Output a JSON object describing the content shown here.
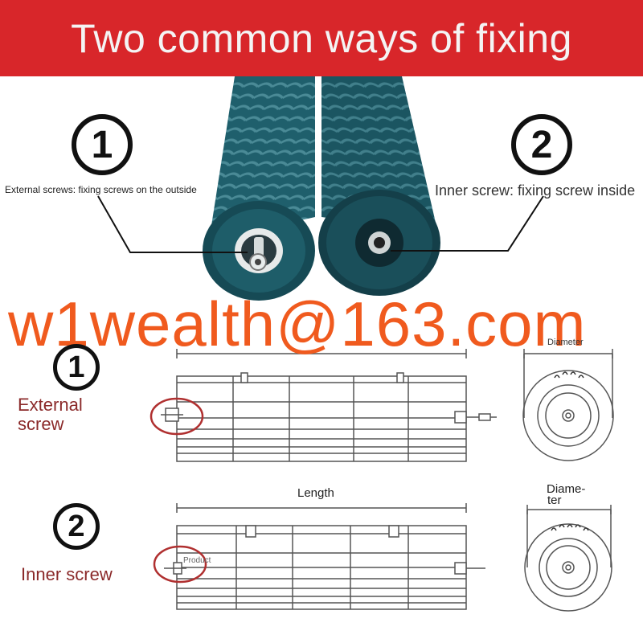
{
  "header": {
    "title": "Two common ways of fixing"
  },
  "photo": {
    "badge_1": "1",
    "badge_2": "2",
    "label_external": "External screws: fixing screws on the outside",
    "label_inner": "Inner screw: fixing screw inside"
  },
  "watermark": {
    "text": "w1wealth@163.com"
  },
  "diagram_1": {
    "badge": "1",
    "label_line1": "External",
    "label_line2": "screw",
    "diameter_label": "Diameter"
  },
  "diagram_2": {
    "badge": "2",
    "label": "Inner screw",
    "length_label": "Length",
    "diameter_label_line1": "Diame-",
    "diameter_label_line2": "ter",
    "product_label": "Product"
  },
  "colors": {
    "header_bg": "#d8262a",
    "fan_teal": "#1d5a66",
    "label_red": "#8b2a2a",
    "watermark_orange": "#f05a1e",
    "circle_red": "#b03030"
  }
}
